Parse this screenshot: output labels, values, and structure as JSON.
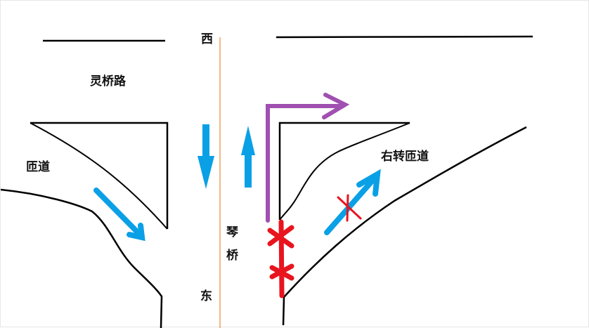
{
  "labels": {
    "road_name": "灵桥路",
    "ramp_left": "匝道",
    "ramp_right": "右转匝道",
    "direction_west": "西",
    "direction_east": "东",
    "bridge_char_1": "琴",
    "bridge_char_2": "桥"
  },
  "colors": {
    "road_edge": "#000000",
    "center_line": "#f0a060",
    "traffic_arrow": "#0aa0e6",
    "turn_arrow": "#a050b0",
    "forbidden_mark": "#e8141e"
  },
  "arrows": [
    {
      "name": "southbound-main",
      "color": "traffic_arrow",
      "direction": "down"
    },
    {
      "name": "northbound-main",
      "color": "traffic_arrow",
      "direction": "up"
    },
    {
      "name": "left-ramp-merge",
      "color": "traffic_arrow",
      "direction": "down-right"
    },
    {
      "name": "right-turn-ramp",
      "color": "traffic_arrow",
      "direction": "up-right",
      "crossed_out": true
    },
    {
      "name": "right-turn-path",
      "color": "turn_arrow",
      "direction": "up-then-right"
    }
  ],
  "forbidden_marks": 3
}
